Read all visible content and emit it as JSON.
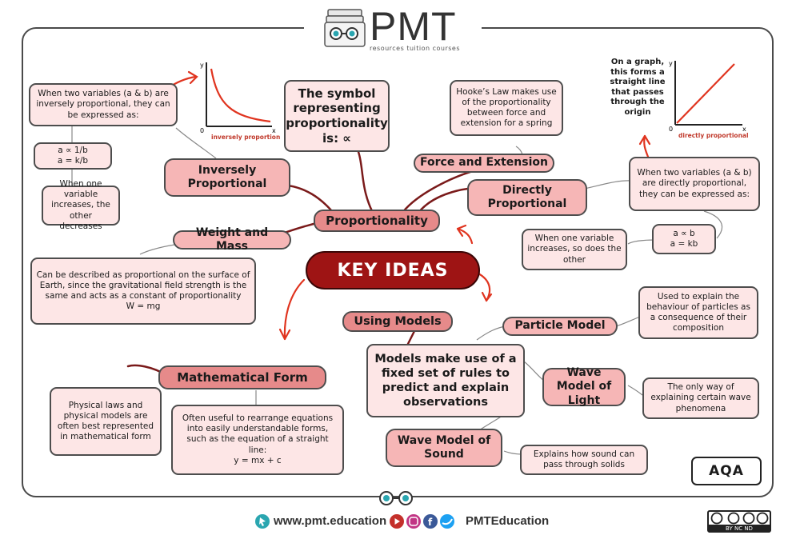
{
  "header": {
    "brand": "PMT",
    "tagline": "resources tuition courses"
  },
  "center": {
    "label": "KEY IDEAS"
  },
  "branches": {
    "proportionality": "Proportionality",
    "using_models": "Using Models",
    "mathematical_form": "Mathematical Form"
  },
  "nodes": {
    "symbol": "The symbol representing proportionality is: ∝",
    "inverse_tag": "Inversely Proportional",
    "inverse_desc": "When two variables (a & b) are inversely proportional, they can be expressed as:",
    "inverse_eq1": "a ∝ 1/b",
    "inverse_eq2": "a = k/b",
    "inverse_effect": "When one variable increases, the other decreases",
    "hooke": "Hooke’s Law makes use of the proportionality between force and extension for a spring",
    "force_tag": "Force and Extension",
    "direct_tag": "Directly Proportional",
    "direct_desc": "When two variables (a & b) are directly proportional, they can be expressed as:",
    "direct_eq1": "a ∝ b",
    "direct_eq2": "a = kb",
    "direct_effect": "When one variable increases, so does the other",
    "direct_graph_note": "On a graph, this forms a straight line that passes through the origin",
    "weight_tag": "Weight and Mass",
    "weight_desc": "Can be described as proportional on the surface of Earth, since the gravitational field strength is the same and acts as a constant of proportionality",
    "weight_eq": "W = mg",
    "models_desc": "Models make use of a fixed set of rules to predict and explain observations",
    "particle_tag": "Particle Model",
    "particle_desc": "Used to explain the behaviour of particles as a consequence of their composition",
    "wave_light_tag": "Wave Model of Light",
    "wave_light_desc": "The only way of explaining certain wave phenomena",
    "wave_sound_tag": "Wave Model of Sound",
    "wave_sound_desc": "Explains how sound can pass through solids",
    "math_laws": "Physical laws and physical models are often best represented in mathematical form",
    "math_rearrange": "Often useful to rearrange equations into easily understandable forms, such as the equation of a straight line:",
    "math_eq": "y = mx + c"
  },
  "graphs": {
    "inverse": {
      "y_label": "y",
      "x_label": "x",
      "origin": "0",
      "caption": "inversely proportional"
    },
    "direct": {
      "y_label": "y",
      "x_label": "x",
      "origin": "0",
      "caption": "directly proportional"
    }
  },
  "badge": "AQA",
  "footer": {
    "website": "www.pmt.education",
    "social": "PMTEducation",
    "license": "BY  NC  ND"
  },
  "colors": {
    "accent": "#9e1414",
    "arrow": "#e0341f",
    "node_fill": "#fde6e6",
    "tag_fill": "#f6b6b6",
    "connector": "#7a1a1a"
  }
}
